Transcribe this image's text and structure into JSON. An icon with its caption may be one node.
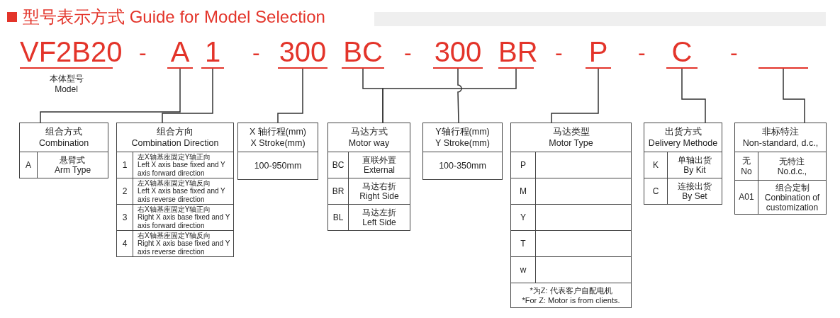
{
  "diagram": {
    "title": "型号表示方式 Guide for Model Selection",
    "nodes": [
      {
        "text": [
          "VF2B20"
        ],
        "beside": [
          "本体型号 Model"
        ]
      },
      {
        "text": [
          "A"
        ]
      },
      {
        "text": [
          "1"
        ]
      },
      {
        "text": [
          "300"
        ]
      },
      {
        "text": [
          "BC"
        ]
      },
      {
        "text": [
          "300"
        ]
      },
      {
        "text": [
          "BR"
        ]
      },
      {
        "text": [
          "P"
        ]
      },
      {
        "text": [
          "C"
        ]
      },
      {
        "text": [],
        "shape": "bar"
      },
      {
        "text": [
          "组合方式 Combination"
        ]
      },
      {
        "text": [
          "A",
          "悬臂式 Arm Type"
        ],
        "in": 10
      },
      {
        "text": [
          "组合方向 Combination Direction"
        ]
      },
      {
        "text": [
          "1",
          "左X轴基座固定Y轴正向 Left X axis base fixed and Y axis forward direction"
        ],
        "in": 12
      },
      {
        "text": [
          "2",
          "左X轴基座固定Y轴反向 Left X axis base fixed and Y axis reverse direction"
        ],
        "in": 12
      },
      {
        "text": [
          "3",
          "右X轴基座固定Y轴正向 Right X axis base fixed and Y axis forward direction"
        ],
        "in": 12
      },
      {
        "text": [
          "4",
          "右X轴基座固定Y轴反向 Right X axis base fixed and Y axis reverse direction"
        ],
        "in": 12
      },
      {
        "text": [
          "X 轴行程(mm) X Stroke(mm)",
          "100-950mm"
        ]
      },
      {
        "text": [
          "马达方式 Motor way"
        ]
      },
      {
        "text": [
          "BC",
          "直联外置 External"
        ],
        "in": 18
      },
      {
        "text": [
          "BR",
          "马达右折 Right Side"
        ],
        "in": 18
      },
      {
        "text": [
          "BL",
          "马达左折 Left Side"
        ],
        "in": 18
      },
      {
        "text": [
          "Y轴行程(mm) Y Stroke(mm)",
          "100-350mm"
        ]
      },
      {
        "text": [
          "马达类型 Motor Type",
          "*为Z: 代表客户自配电机 *For Z: Motor is from clients."
        ]
      },
      {
        "text": [
          "P"
        ],
        "in": 23
      },
      {
        "text": [
          "M"
        ],
        "in": 23
      },
      {
        "text": [
          "Y"
        ],
        "in": 23
      },
      {
        "text": [
          "T"
        ],
        "in": 23
      },
      {
        "text": [
          "w"
        ],
        "in": 23
      },
      {
        "text": [
          "出货方式 Delivery Methode"
        ]
      },
      {
        "text": [
          "K",
          "单轴出货 By Kit"
        ],
        "in": 29
      },
      {
        "text": [
          "C",
          "连接出货 By Set"
        ],
        "in": 29
      },
      {
        "text": [
          "非标特注 Non-standard, d.c.,"
        ]
      },
      {
        "text": [
          "无 No",
          "无特注 No.d.c.,"
        ],
        "in": 32
      },
      {
        "text": [
          "A01",
          "组合定制 Conbination of customization"
        ],
        "in": 32
      }
    ],
    "edges": [
      {
        "from": 1,
        "to": 10,
        "arrow": "none"
      },
      {
        "from": 2,
        "to": 12,
        "arrow": "none"
      },
      {
        "from": 3,
        "to": 17,
        "arrow": "none"
      },
      {
        "from": 4,
        "to": 18,
        "arrow": "none"
      },
      {
        "from": 6,
        "to": 18,
        "arrow": "none"
      },
      {
        "from": 5,
        "to": 22,
        "arrow": "none"
      },
      {
        "from": 7,
        "to": 23,
        "arrow": "none"
      },
      {
        "from": 8,
        "to": 29,
        "arrow": "none"
      },
      {
        "from": 9,
        "to": 32,
        "arrow": "none"
      }
    ],
    "labels": [
      "-",
      "-",
      "-",
      "-",
      "-",
      "-"
    ]
  }
}
